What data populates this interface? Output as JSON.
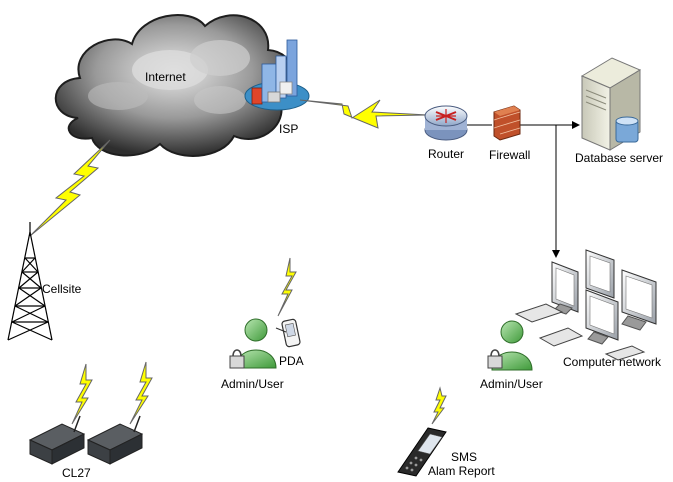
{
  "labels": {
    "internet": "Internet",
    "isp": "ISP",
    "router": "Router",
    "firewall": "Firewall",
    "database_server": "Database server",
    "cellsite": "Cellsite",
    "pda": "PDA",
    "admin_user_left": "Admin/User",
    "admin_user_right": "Admin/User",
    "computer_network": "Computer network",
    "cl27": "CL27",
    "sms_line1": "SMS",
    "sms_line2": "Alam Report"
  },
  "colors": {
    "lightning": "#ffff00",
    "lightning_stroke": "#555555",
    "cloud_dark": "#3a3a3a",
    "cloud_light": "#d6d6d6",
    "person_green": "#7fc97a",
    "line": "#000000"
  }
}
